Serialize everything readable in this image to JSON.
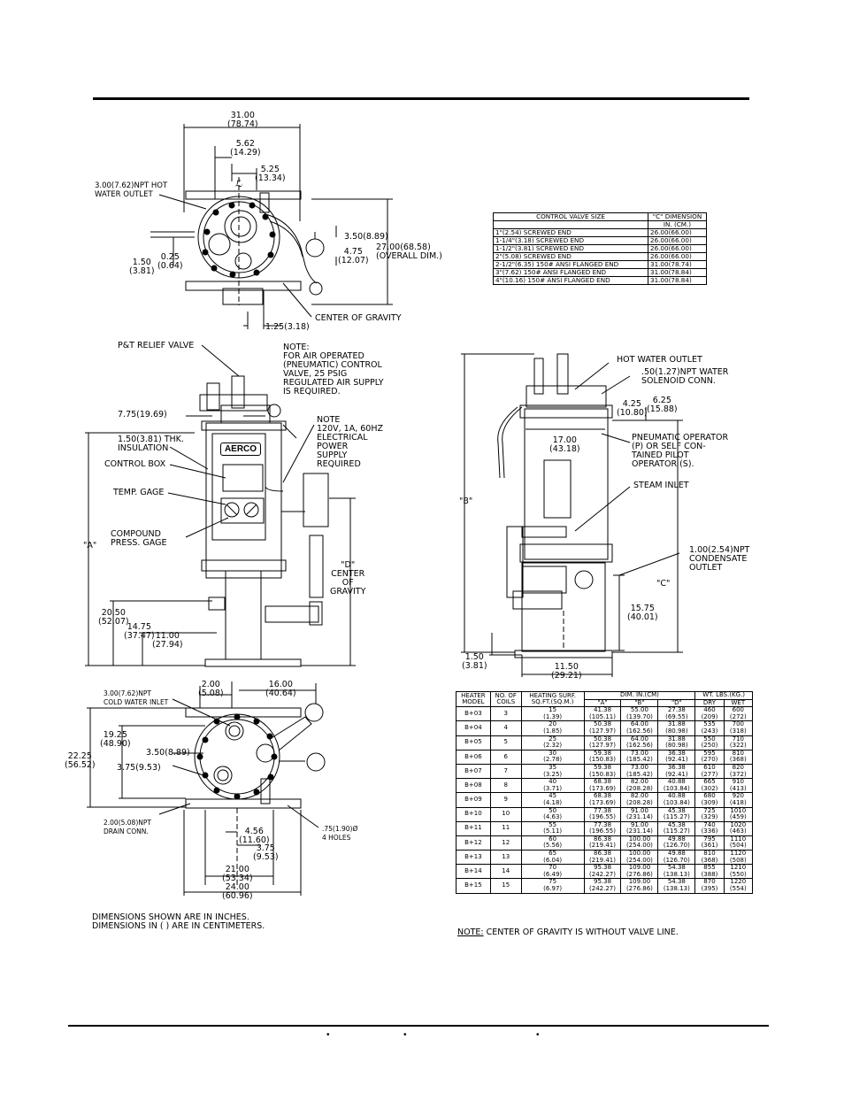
{
  "top_view": {
    "dim_31": "31.00\n(78.74)",
    "dim_562": "5.62\n(14.29)",
    "dim_525": "5.25\n(13.34)",
    "hot_water_outlet": "3.00(7.62)NPT HOT\nWATER OUTLET",
    "dim_350": "3.50(8.89)",
    "dim_475": "4.75\n(12.07)",
    "dim_2700": "27.00(68.58)\n(OVERALL DIM.)",
    "dim_025": "0.25\n(0.64)",
    "dim_150": "1.50\n(3.81)",
    "center_gravity": "CENTER OF GRAVITY",
    "dim_125": "1.25(3.18)"
  },
  "valve_table": {
    "headers": [
      "CONTROL VALVE SIZE",
      "\"C\" DIMENSION"
    ],
    "subheader": "IN. (CM.)",
    "rows": [
      [
        "1\"(2.54) SCREWED END",
        "26.00(66.00)"
      ],
      [
        "1-1/4\"(3.18) SCREWED END",
        "26.00(66.00)"
      ],
      [
        "1-1/2\"(3.81) SCREWED END",
        "26.00(66.00)"
      ],
      [
        "2\"(5.08) SCREWED END",
        "26.00(66.00)"
      ],
      [
        "2-1/2\"(6.35) 150# ANSI FLANGED END",
        "31.00(78.74)"
      ],
      [
        "3\"(7.62) 150# ANSI FLANGED END",
        "31.00(78.84)"
      ],
      [
        "4\"(10.16) 150# ANSI FLANGED END",
        "31.00(78.84)"
      ]
    ]
  },
  "front_view": {
    "pt_relief": "P&T RELIEF VALVE",
    "note1": "NOTE:\nFOR AIR OPERATED\n(PNEUMATIC) CONTROL\nVALVE, 25 PSIG\nREGULATED AIR SUPPLY\nIS REQUIRED.",
    "dim_775": "7.75(19.69)",
    "insulation": "1.50(3.81) THK.\nINSULATION",
    "control_box": "CONTROL BOX",
    "note2": "NOTE\n120V, 1A, 60Hz\nELECTRICAL\nPOWER\nSUPPLY\nREQUIRED",
    "temp_gage": "TEMP. GAGE",
    "compound": "COMPOUND\nPRESS. GAGE",
    "dim_a": "\"A\"",
    "dim_d": "\"D\"\nCENTER\nOF\nGRAVITY",
    "dim_2050": "20.50\n(52.07)",
    "dim_1475": "14.75\n(37.47)",
    "dim_1100": "11.00\n(27.94)",
    "brand": "AERCO"
  },
  "side_view": {
    "hot_water": "HOT WATER OUTLET",
    "solenoid": ".50(1.27)NPT WATER\nSOLENOID CONN.",
    "dim_425": "4.25\n(10.80)",
    "dim_625": "6.25\n(15.88)",
    "dim_1700": "17.00\n(43.18)",
    "pneumatic": "PNEUMATIC OPERATOR\n(P) OR SELF CON-\nTAINED PILOT\nOPERATOR (S).",
    "steam_inlet": "STEAM INLET",
    "dim_b": "\"B\"",
    "condensate": "1.00(2.54)NPT\nCONDENSATE\nOUTLET",
    "dim_c": "\"C\"",
    "dim_1575": "15.75\n(40.01)",
    "dim_150": "1.50\n(3.81)",
    "dim_1150": "11.50\n(29.21)"
  },
  "bottom_view": {
    "dim_200": "2.00\n(5.08)",
    "dim_1600": "16.00\n(40.64)",
    "cold_inlet": "3.00(7.62)NPT\nCOLD WATER INLET",
    "dim_1925": "19.25\n(48.90)",
    "dim_2225": "22.25\n(56.52)",
    "dim_350": "3.50(8.89)",
    "dim_375": "3.75(9.53)",
    "drain": "2.00(5.08)NPT\nDRAIN CONN.",
    "dim_456": "4.56\n(11.60)",
    "dim_375b": "3.75\n(9.53)",
    "holes": ".75(1.90)ø\n4 HOLES",
    "dim_2100": "21.00\n(53.34)",
    "dim_2400": "24.00\n(60.96)"
  },
  "units_note": "DIMENSIONS SHOWN ARE IN INCHES.\nDIMENSIONS IN ( ) ARE IN CENTIMETERS.",
  "model_table": {
    "h1": [
      "HEATER\nMODEL",
      "NO. OF\nCOILS",
      "HEATING SURF.\nSQ.FT.(SQ.M.)",
      "DIM. IN.(CM)",
      "WT. LBS.(Kg.)"
    ],
    "h2": [
      "\"A\"",
      "\"B\"",
      "\"D\"",
      "DRY",
      "WET"
    ],
    "rows": [
      [
        "B+03",
        "3",
        "15\n(1.39)",
        "41.38\n(105.11)",
        "55.00\n(139.70)",
        "27.38\n(69.55)",
        "460\n(209)",
        "600\n(272)"
      ],
      [
        "B+04",
        "4",
        "20\n(1.85)",
        "50.38\n(127.97)",
        "64.00\n(162.56)",
        "31.88\n(80.98)",
        "535\n(243)",
        "700\n(318)"
      ],
      [
        "B+05",
        "5",
        "25\n(2.32)",
        "50.38\n(127.97)",
        "64.00\n(162.56)",
        "31.88\n(80.98)",
        "550\n(250)",
        "710\n(322)"
      ],
      [
        "B+06",
        "6",
        "30\n(2.78)",
        "59.38\n(150.83)",
        "73.00\n(185.42)",
        "36.38\n(92.41)",
        "595\n(270)",
        "810\n(368)"
      ],
      [
        "B+07",
        "7",
        "35\n(3.25)",
        "59.38\n(150.83)",
        "73.00\n(185.42)",
        "36.38\n(92.41)",
        "610\n(277)",
        "820\n(372)"
      ],
      [
        "B+08",
        "8",
        "40\n(3.71)",
        "68.38\n(173.69)",
        "82.00\n(208.28)",
        "40.88\n(103.84)",
        "665\n(302)",
        "910\n(413)"
      ],
      [
        "B+09",
        "9",
        "45\n(4.18)",
        "68.38\n(173.69)",
        "82.00\n(208.28)",
        "40.88\n(103.84)",
        "680\n(309)",
        "920\n(418)"
      ],
      [
        "B+10",
        "10",
        "50\n(4.63)",
        "77.38\n(196.55)",
        "91.00\n(231.14)",
        "45.38\n(115.27)",
        "725\n(329)",
        "1010\n(459)"
      ],
      [
        "B+11",
        "11",
        "55\n(5.11)",
        "77.38\n(196.55)",
        "91.00\n(231.14)",
        "45.38\n(115.27)",
        "740\n(336)",
        "1020\n(463)"
      ],
      [
        "B+12",
        "12",
        "60\n(5.56)",
        "86.38\n(219.41)",
        "100.00\n(254.00)",
        "49.88\n(126.70)",
        "795\n(361)",
        "1110\n(504)"
      ],
      [
        "B+13",
        "13",
        "65\n(6.04)",
        "86.38\n(219.41)",
        "100.00\n(254.00)",
        "49.88\n(126.70)",
        "810\n(368)",
        "1120\n(508)"
      ],
      [
        "B+14",
        "14",
        "70\n(6.49)",
        "95.38\n(242.27)",
        "109.00\n(276.86)",
        "54.38\n(138.13)",
        "855\n(388)",
        "1210\n(550)"
      ],
      [
        "B+15",
        "15",
        "75\n(6.97)",
        "95.38\n(242.27)",
        "109.00\n(276.86)",
        "54.38\n(138.13)",
        "870\n(395)",
        "1220\n(554)"
      ]
    ]
  },
  "cg_note_label": "NOTE:",
  "cg_note": " CENTER OF GRAVITY IS WITHOUT VALVE LINE.",
  "footer": {
    "bullets": [
      "•",
      "•",
      "•"
    ]
  }
}
